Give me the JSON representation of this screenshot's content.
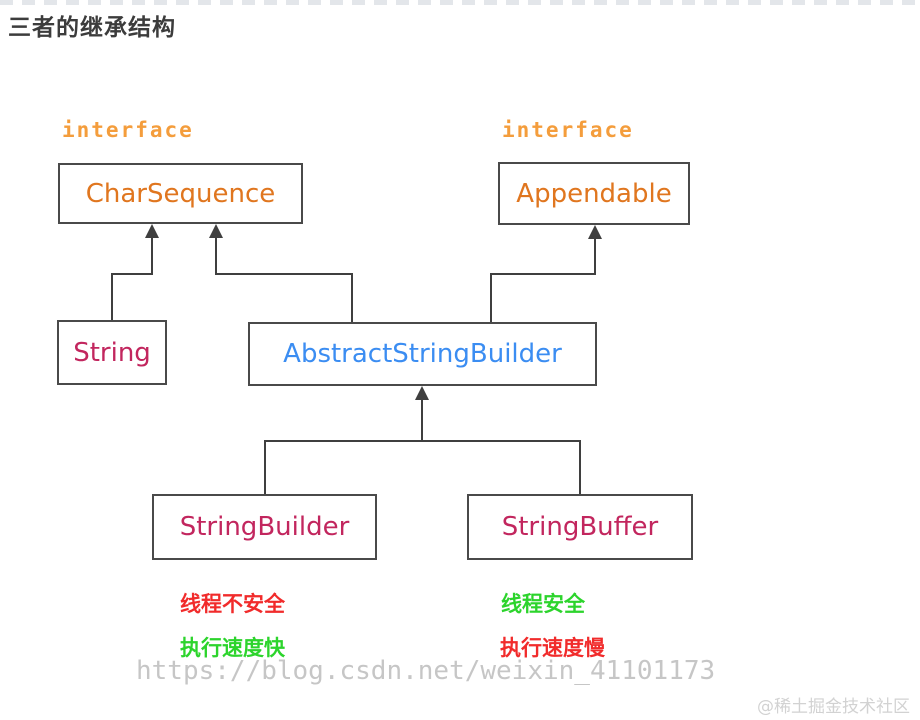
{
  "page": {
    "title": "三者的继承结构"
  },
  "diagram": {
    "interface_label_left": "interface",
    "interface_label_right": "interface",
    "nodes": {
      "charsequence": {
        "label": "CharSequence",
        "stereotype": "interface"
      },
      "appendable": {
        "label": "Appendable",
        "stereotype": "interface"
      },
      "string": {
        "label": "String"
      },
      "abstract_string_builder": {
        "label": "AbstractStringBuilder"
      },
      "string_builder": {
        "label": "StringBuilder"
      },
      "string_buffer": {
        "label": "StringBuffer"
      }
    },
    "relations": [
      {
        "from": "String",
        "to": "CharSequence"
      },
      {
        "from": "AbstractStringBuilder",
        "to": "CharSequence"
      },
      {
        "from": "AbstractStringBuilder",
        "to": "Appendable"
      },
      {
        "from": "StringBuilder",
        "to": "AbstractStringBuilder"
      },
      {
        "from": "StringBuffer",
        "to": "AbstractStringBuilder"
      }
    ],
    "annotations": {
      "string_builder_thread": "线程不安全",
      "string_builder_speed": "执行速度快",
      "string_buffer_thread": "线程安全",
      "string_buffer_speed": "执行速度慢"
    }
  },
  "footer": {
    "watermark": "https://blog.csdn.net/weixin_41101173",
    "credit": "@稀土掘金技术社区"
  },
  "colors": {
    "interface_label": "#f49d3c",
    "interface_node_text": "#e0761f",
    "class_node_text": "#c2265e",
    "abstract_node_text": "#3b8df2",
    "thread_unsafe_text": "#f12b2b",
    "thread_safe_text": "#2cd42c",
    "box_border": "#4a4a4a",
    "connector_line": "#3f3f3f",
    "watermark_text": "#c6c6c6",
    "credit_text": "#d2d2d2"
  }
}
